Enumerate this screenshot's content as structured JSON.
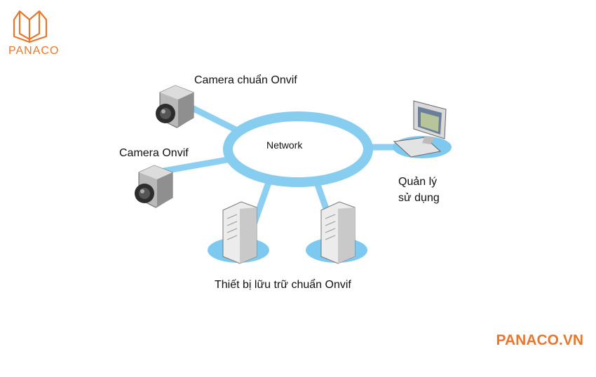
{
  "brand": {
    "logo_text": "PANACO",
    "website": "PANACO.VN",
    "accent_color": "#e8772e"
  },
  "diagram": {
    "network_label": "Network",
    "nodes": {
      "camera_top": "Camera chuẩn Onvif",
      "camera_bottom": "Camera Onvif",
      "management_line1": "Quản lý",
      "management_line2": "sử dụng",
      "storage": "Thiết bị lữu trữ chuẩn Onvif"
    },
    "link_color": "#8ccff1",
    "ring_color": "#86cdf0"
  }
}
